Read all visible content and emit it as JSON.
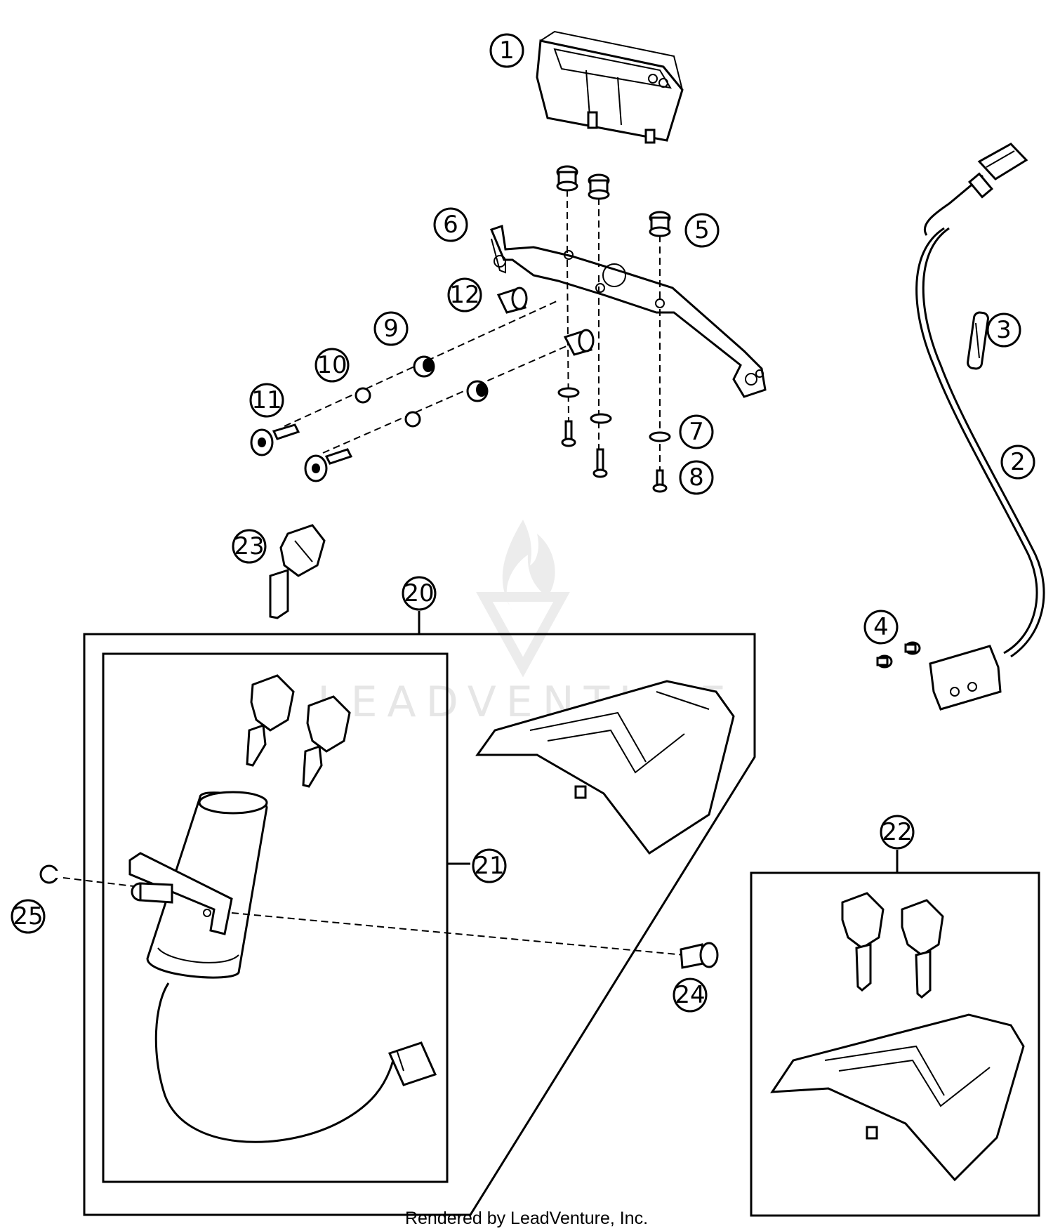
{
  "diagram": {
    "callouts": [
      {
        "number": "1"
      },
      {
        "number": "2"
      },
      {
        "number": "3"
      },
      {
        "number": "4"
      },
      {
        "number": "5"
      },
      {
        "number": "6"
      },
      {
        "number": "7"
      },
      {
        "number": "8"
      },
      {
        "number": "9"
      },
      {
        "number": "10"
      },
      {
        "number": "11"
      },
      {
        "number": "12"
      },
      {
        "number": "20"
      },
      {
        "number": "21"
      },
      {
        "number": "22"
      },
      {
        "number": "23"
      },
      {
        "number": "24"
      },
      {
        "number": "25"
      }
    ],
    "watermark": "LEADVENTURE",
    "footer": "Rendered by LeadVenture, Inc."
  }
}
